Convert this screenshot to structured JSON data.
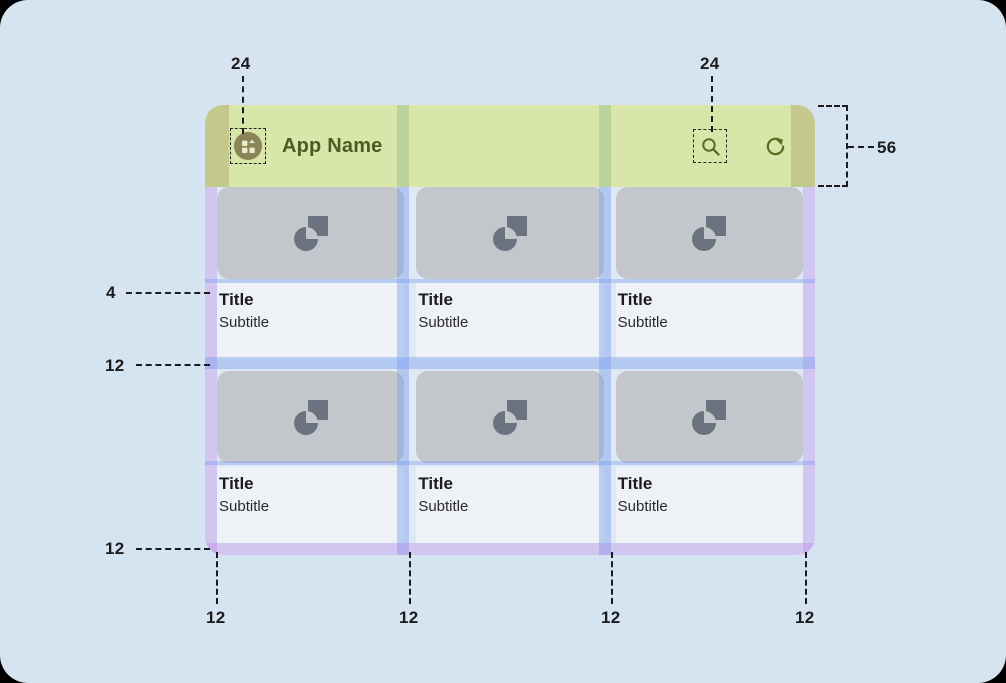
{
  "canvas": {
    "background_color": "#d6e4f2",
    "type": "layout-spec-redline"
  },
  "appbar": {
    "title": "App Name",
    "background_color": "#d9e6a9",
    "title_color": "#4f5a22",
    "height_spec": "56",
    "menu_icon": "app-grid-icon",
    "actions": [
      {
        "name": "search-icon",
        "label": "Search"
      },
      {
        "name": "refresh-icon",
        "label": "Refresh"
      }
    ]
  },
  "cards": [
    {
      "title": "Title",
      "subtitle": "Subtitle"
    },
    {
      "title": "Title",
      "subtitle": "Subtitle"
    },
    {
      "title": "Title",
      "subtitle": "Subtitle"
    },
    {
      "title": "Title",
      "subtitle": "Subtitle"
    },
    {
      "title": "Title",
      "subtitle": "Subtitle"
    },
    {
      "title": "Title",
      "subtitle": "Subtitle"
    }
  ],
  "card_style": {
    "image_placeholder_color": "#c3c7cc",
    "image_icon": "circle-square-placeholder-icon",
    "text_background_color": "#eef1f6",
    "title_color": "#1c1c1e",
    "subtitle_color": "#2a2a2d"
  },
  "annotations": {
    "menu_inset": "24",
    "search_inset": "24",
    "appbar_height": "56",
    "image_to_text_gap": "4",
    "row_gap": "12",
    "bottom_margin": "12",
    "left_margin": "12",
    "column_gap_1": "12",
    "column_gap_2": "12",
    "right_margin": "12"
  },
  "overlay_colors": {
    "gutter_blue": "rgba(120,155,235,.42)",
    "margin_purple": "rgba(178,120,230,.30)",
    "appbar_pad_khaki": "rgba(150,135,70,.30)"
  }
}
